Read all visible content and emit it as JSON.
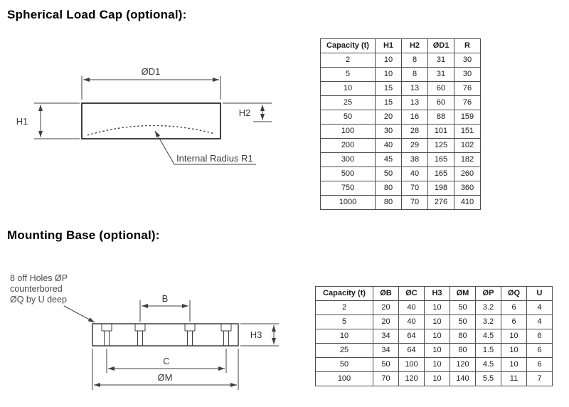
{
  "load_cap": {
    "title": "Spherical Load Cap (optional):",
    "diagram": {
      "dim_diameter": "ØD1",
      "dim_height_left": "H1",
      "dim_height_right": "H2",
      "annotation": "Internal Radius R1"
    },
    "table": {
      "headers": [
        "Capacity (t)",
        "H1",
        "H2",
        "ØD1",
        "R"
      ],
      "rows": [
        [
          "2",
          "10",
          "8",
          "31",
          "30"
        ],
        [
          "5",
          "10",
          "8",
          "31",
          "30"
        ],
        [
          "10",
          "15",
          "13",
          "60",
          "76"
        ],
        [
          "25",
          "15",
          "13",
          "60",
          "76"
        ],
        [
          "50",
          "20",
          "16",
          "88",
          "159"
        ],
        [
          "100",
          "30",
          "28",
          "101",
          "151"
        ],
        [
          "200",
          "40",
          "29",
          "125",
          "102"
        ],
        [
          "300",
          "45",
          "38",
          "165",
          "182"
        ],
        [
          "500",
          "50",
          "40",
          "165",
          "260"
        ],
        [
          "750",
          "80",
          "70",
          "198",
          "360"
        ],
        [
          "1000",
          "80",
          "70",
          "276",
          "410"
        ]
      ]
    }
  },
  "mounting_base": {
    "title": "Mounting Base (optional):",
    "diagram": {
      "note_line1": "8 off Holes ØP",
      "note_line2": "counterbored",
      "note_line3": "ØQ by U deep",
      "dim_b": "B",
      "dim_h3": "H3",
      "dim_c": "C",
      "dim_m": "ØM"
    },
    "table": {
      "headers": [
        "Capacity (t)",
        "ØB",
        "ØC",
        "H3",
        "ØM",
        "ØP",
        "ØQ",
        "U"
      ],
      "rows": [
        [
          "2",
          "20",
          "40",
          "10",
          "50",
          "3.2",
          "6",
          "4"
        ],
        [
          "5",
          "20",
          "40",
          "10",
          "50",
          "3.2",
          "6",
          "4"
        ],
        [
          "10",
          "34",
          "64",
          "10",
          "80",
          "4.5",
          "10",
          "6"
        ],
        [
          "25",
          "34",
          "64",
          "10",
          "80",
          "1.5",
          "10",
          "6"
        ],
        [
          "50",
          "50",
          "100",
          "10",
          "120",
          "4.5",
          "10",
          "6"
        ],
        [
          "100",
          "70",
          "120",
          "10",
          "140",
          "5.5",
          "11",
          "7"
        ]
      ]
    }
  },
  "colors": {
    "line": "#3f3f3f",
    "text": "#1a1a1a"
  }
}
